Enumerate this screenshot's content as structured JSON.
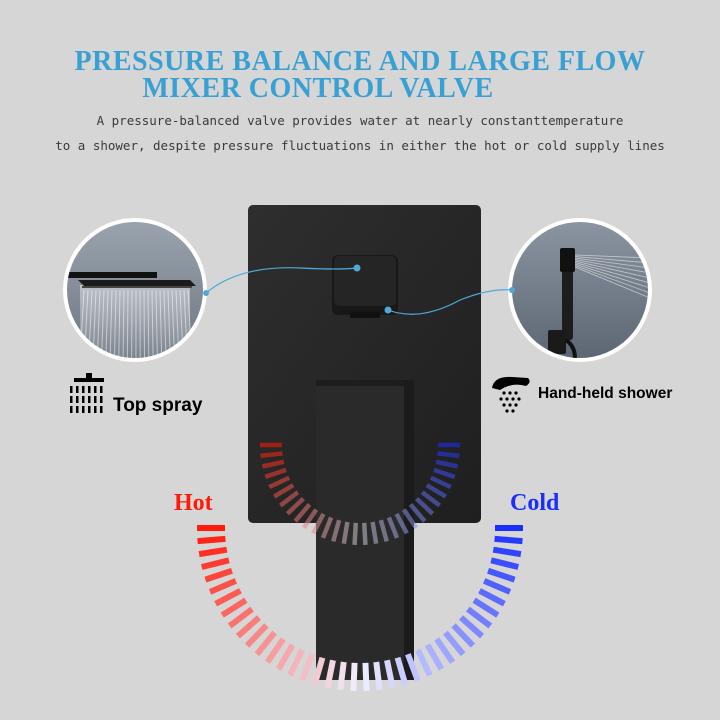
{
  "header": {
    "title_line1": "PRESSURE BALANCE AND LARGE FLOW",
    "title_line2": "MIXER CONTROL VALVE",
    "desc_line1": "A pressure-balanced valve provides water at nearly constanttemperature",
    "desc_line2": "to a shower, despite pressure fluctuations in either the hot or cold supply lines"
  },
  "outlets": {
    "top": {
      "label": "Top spray",
      "icon": "rain-shower-head-icon"
    },
    "handheld": {
      "label": "Hand-held shower",
      "icon": "handheld-shower-icon"
    }
  },
  "temperature": {
    "hot_label": "Hot",
    "cold_label": "Cold",
    "hot_color": "#ff1a0a",
    "cold_color": "#1a2fff"
  },
  "colors": {
    "title": "#39a0d3",
    "valve": "#262626",
    "background": "#d6d6d6",
    "connector": "#4fa8d8"
  }
}
